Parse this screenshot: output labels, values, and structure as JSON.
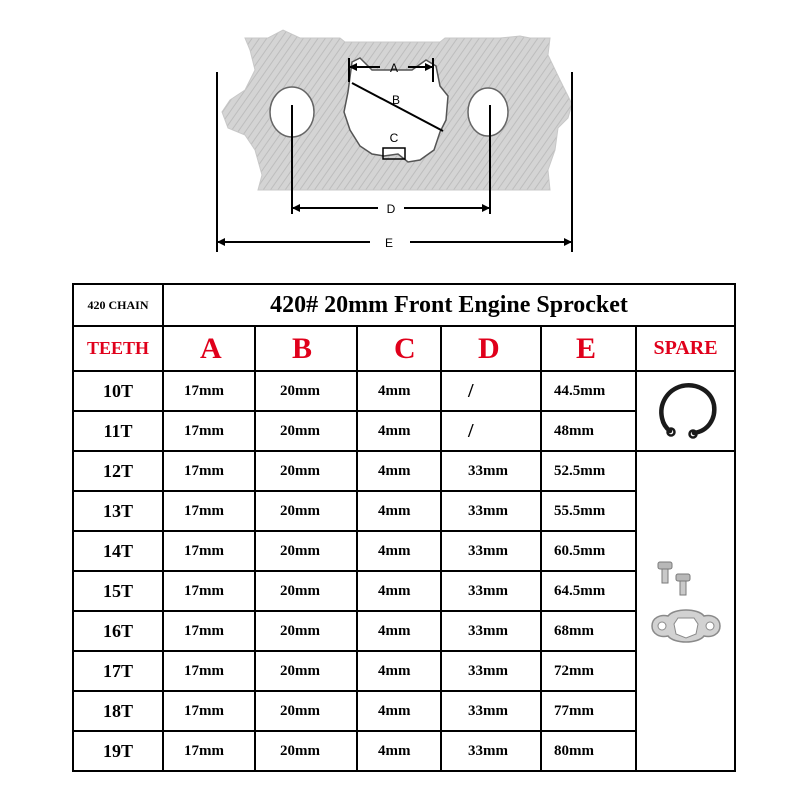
{
  "diagram": {
    "labels": {
      "a": "A",
      "b": "B",
      "c": "C",
      "d": "D",
      "e": "E"
    }
  },
  "table": {
    "chain_label": "420 CHAIN",
    "title": "420# 20mm Front Engine Sprocket",
    "teeth_header": "TEETH",
    "columns": [
      "A",
      "B",
      "C",
      "D",
      "E"
    ],
    "spare_header": "SPARE",
    "rows": [
      {
        "teeth": "10T",
        "a": "17mm",
        "b": "20mm",
        "c": "4mm",
        "d": "/",
        "e": "44.5mm"
      },
      {
        "teeth": "11T",
        "a": "17mm",
        "b": "20mm",
        "c": "4mm",
        "d": "/",
        "e": "48mm"
      },
      {
        "teeth": "12T",
        "a": "17mm",
        "b": "20mm",
        "c": "4mm",
        "d": "33mm",
        "e": "52.5mm"
      },
      {
        "teeth": "13T",
        "a": "17mm",
        "b": "20mm",
        "c": "4mm",
        "d": "33mm",
        "e": "55.5mm"
      },
      {
        "teeth": "14T",
        "a": "17mm",
        "b": "20mm",
        "c": "4mm",
        "d": "33mm",
        "e": "60.5mm"
      },
      {
        "teeth": "15T",
        "a": "17mm",
        "b": "20mm",
        "c": "4mm",
        "d": "33mm",
        "e": "64.5mm"
      },
      {
        "teeth": "16T",
        "a": "17mm",
        "b": "20mm",
        "c": "4mm",
        "d": "33mm",
        "e": "68mm"
      },
      {
        "teeth": "17T",
        "a": "17mm",
        "b": "20mm",
        "c": "4mm",
        "d": "33mm",
        "e": "72mm"
      },
      {
        "teeth": "18T",
        "a": "17mm",
        "b": "20mm",
        "c": "4mm",
        "d": "33mm",
        "e": "77mm"
      },
      {
        "teeth": "19T",
        "a": "17mm",
        "b": "20mm",
        "c": "4mm",
        "d": "33mm",
        "e": "80mm"
      }
    ]
  },
  "spare_parts": {
    "clip_icon": "circlip-icon",
    "plate_icon": "retainer-plate-with-bolts-icon"
  }
}
